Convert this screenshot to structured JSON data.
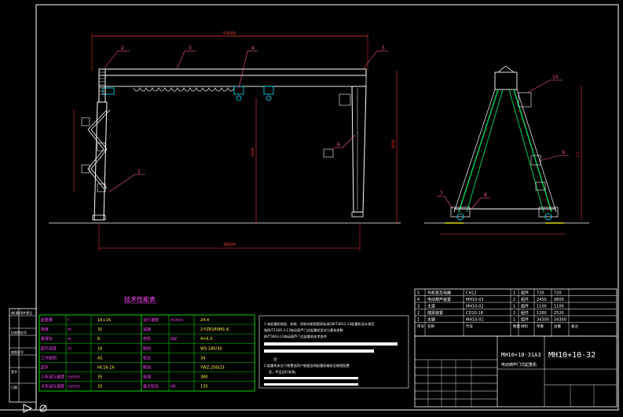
{
  "colors": {
    "background": "#000000",
    "frame": "#ffffff",
    "structure": "#ffffff",
    "dimension": "#ff3b3b",
    "leader": "#ff5a8a",
    "table_border": "#00d000",
    "table_text_label": "#ff4aff",
    "table_text_value": "#ffff3a",
    "notes_border": "#ffffff",
    "legs_green": "#00c853",
    "hoist_cyan": "#00e5ff",
    "rail": "#ffff00"
  },
  "main_view": {
    "overall_dim": "53000",
    "span_dim": "36000",
    "height_dim": "16000",
    "lift_dim": "18000",
    "callouts": [
      "2",
      "3",
      "4",
      "5",
      "6",
      "1"
    ]
  },
  "side_view": {
    "callouts": [
      "10",
      "9",
      "7",
      "8"
    ],
    "height_dim": "5.5"
  },
  "tech_table": {
    "title": "技术性能表",
    "left": [
      {
        "label": "起重量",
        "unit": "t",
        "value": "16+16"
      },
      {
        "label": "跨度",
        "unit": "m",
        "value": "31"
      },
      {
        "label": "悬臂长",
        "unit": "m",
        "value": "8"
      },
      {
        "label": "起升高度",
        "unit": "m",
        "value": "16"
      },
      {
        "label": "工作级别",
        "unit": "",
        "value": "A5"
      },
      {
        "label": "起升",
        "unit": "",
        "value": "HC16-16"
      },
      {
        "label": "小车运行速度",
        "unit": "m/min",
        "value": "35"
      },
      {
        "label": "大车运行速度",
        "unit": "m/min",
        "value": "20"
      }
    ],
    "right": [
      {
        "label": "运行速度",
        "unit": "m/min",
        "value": "24.4"
      },
      {
        "label": "减速",
        "unit": "",
        "value": "2-YZR160M1-6"
      },
      {
        "label": "电机",
        "unit": "KW",
        "value": "4×6.3"
      },
      {
        "label": "制动",
        "unit": "",
        "value": "WS-180/30"
      },
      {
        "label": "轮压",
        "unit": "",
        "value": "34"
      },
      {
        "label": "制动",
        "unit": "",
        "value": "YWZ-200/23"
      },
      {
        "label": "电源",
        "unit": "",
        "value": "380"
      },
      {
        "label": "最大轮压",
        "unit": "kN",
        "value": "135"
      }
    ]
  },
  "notes": {
    "line1": "1.本起重机制造、安装、验收均按照国家标准GB/T3811-13起重机设计规范",
    "line2": "和JB/T1306 3-13电动葫芦门式起重机型式与基本参数",
    "line3": "JB/T5663-13电动葫芦门式起重机技术条件",
    "line4": "注",
    "line5": "2.起重机安全只装置由用户根据当地起重机械安全规程配置",
    "line6": "定，并且自行安装。"
  },
  "parts_list": {
    "rows": [
      {
        "no": "5",
        "name": "司机室及电器",
        "code": "CH12",
        "qty": "1",
        "mat": "组件",
        "w1": "720",
        "w2": "720"
      },
      {
        "no": "4",
        "name": "电动葫芦装置",
        "code": "MH10-03",
        "qty": "2",
        "mat": "组件",
        "w1": "2450",
        "w2": "9800"
      },
      {
        "no": "3",
        "name": "主梁",
        "code": "MH10-02",
        "qty": "1",
        "mat": "组件",
        "w1": "1100",
        "w2": "1100"
      },
      {
        "no": "2",
        "name": "端梁装置",
        "code": "CD10-18",
        "qty": "2",
        "mat": "组件",
        "w1": "1260",
        "w2": "2520"
      },
      {
        "no": "1",
        "name": "支腿",
        "code": "MH10-01",
        "qty": "1",
        "mat": "组件",
        "w1": "34300",
        "w2": "34300"
      }
    ],
    "header": {
      "no": "序号",
      "name": "名称",
      "code": "代号",
      "qty": "数量",
      "mat": "材料",
      "w1": "单重",
      "w2": "总重",
      "note": "备注"
    }
  },
  "title_block": {
    "drawing_no": "MH10+10-31A3",
    "big_code": "MH10+10-32",
    "title": "电动葫芦门式起重机"
  },
  "left_stamp": {
    "rows": [
      "借(通)用件登记",
      "",
      "旧底图总号",
      "",
      "底图总号",
      "",
      "签字",
      "日期"
    ]
  }
}
